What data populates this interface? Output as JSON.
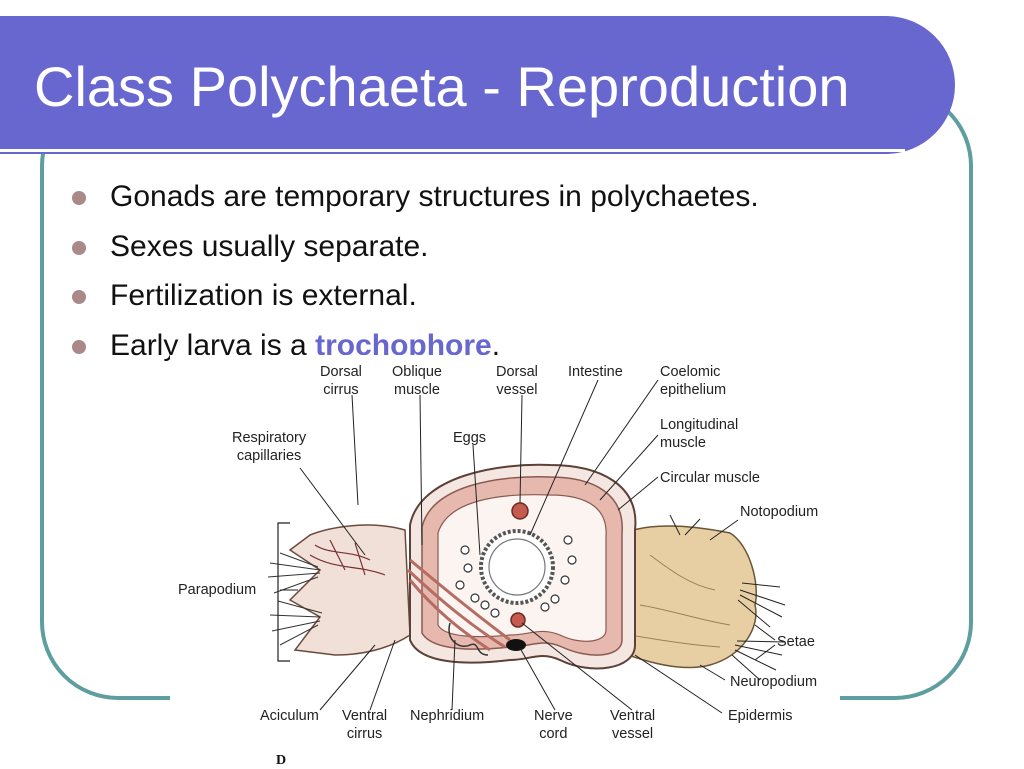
{
  "slide": {
    "title": "Class Polychaeta - Reproduction",
    "accent_color": "#6867cf",
    "border_color": "#5e9e9e",
    "bullet_color": "#a98a89"
  },
  "bullets": [
    {
      "text": "Gonads are temporary structures in polychaetes."
    },
    {
      "text": "Sexes usually separate."
    },
    {
      "text": "Fertilization is external."
    },
    {
      "before": "Early larva is a ",
      "emphasis": "trochophore",
      "after": "."
    }
  ],
  "diagram": {
    "panel_letter": "D",
    "labels": {
      "dorsal_cirrus": "Dorsal\ncirrus",
      "oblique_muscle": "Oblique\nmuscle",
      "dorsal_vessel": "Dorsal\nvessel",
      "intestine": "Intestine",
      "coelomic_epithelium": "Coelomic\nepithelium",
      "longitudinal_muscle": "Longitudinal\nmuscle",
      "circular_muscle": "Circular muscle",
      "respiratory_capillaries": "Respiratory\ncapillaries",
      "eggs": "Eggs",
      "notopodium": "Notopodium",
      "parapodium": "Parapodium",
      "setae": "Setae",
      "neuropodium": "Neuropodium",
      "epidermis": "Epidermis",
      "aciculum": "Aciculum",
      "ventral_cirrus": "Ventral\ncirrus",
      "nephridium": "Nephridium",
      "nerve_cord": "Nerve\ncord",
      "ventral_vessel": "Ventral\nvessel"
    }
  }
}
